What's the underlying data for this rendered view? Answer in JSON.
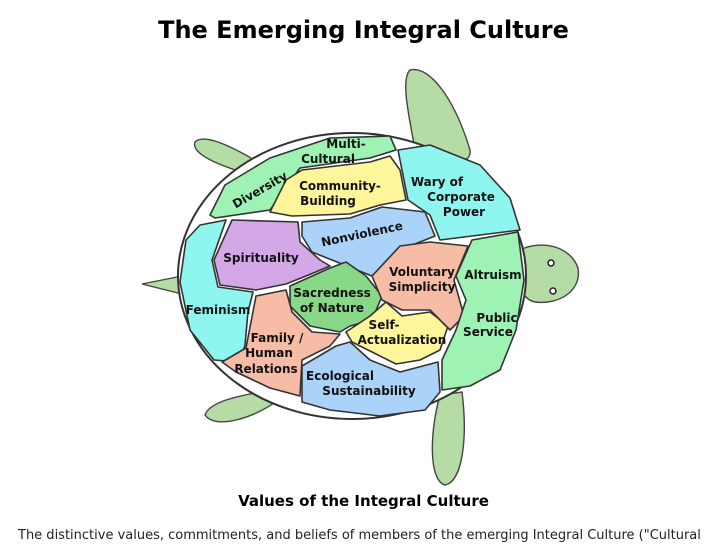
{
  "title": "The Emerging Integral Culture",
  "caption": "Values of the Integral Culture",
  "description": "The distinctive values, commitments, and beliefs of members of the emerging Integral Culture (\"Cultural",
  "colors": {
    "limb": "#b5dca5",
    "green": "#9ef2b4",
    "yellow": "#fff59a",
    "cyan": "#8ff5ef",
    "purple": "#d4a8e6",
    "blue": "#abd2f8",
    "salmon": "#f6bca6",
    "nature": "#88d888"
  },
  "values": {
    "multicultural": [
      "Multi-",
      "Cultural"
    ],
    "diversity": "Diversity",
    "community": [
      "Community-",
      "Building"
    ],
    "wary": [
      "Wary of",
      "Corporate",
      "Power"
    ],
    "nonviolence": "Nonviolence",
    "spirituality": "Spirituality",
    "feminism": "Feminism",
    "sacredness": [
      "Sacredness",
      "of Nature"
    ],
    "voluntary": [
      "Voluntary",
      "Simplicity"
    ],
    "altruism": "Altruism",
    "public_service": [
      "Public",
      "Service"
    ],
    "self_actualization": [
      "Self-",
      "Actualization"
    ],
    "family": [
      "Family /",
      "Human",
      "Relations"
    ],
    "ecological": [
      "Ecological",
      "Sustainability"
    ]
  }
}
